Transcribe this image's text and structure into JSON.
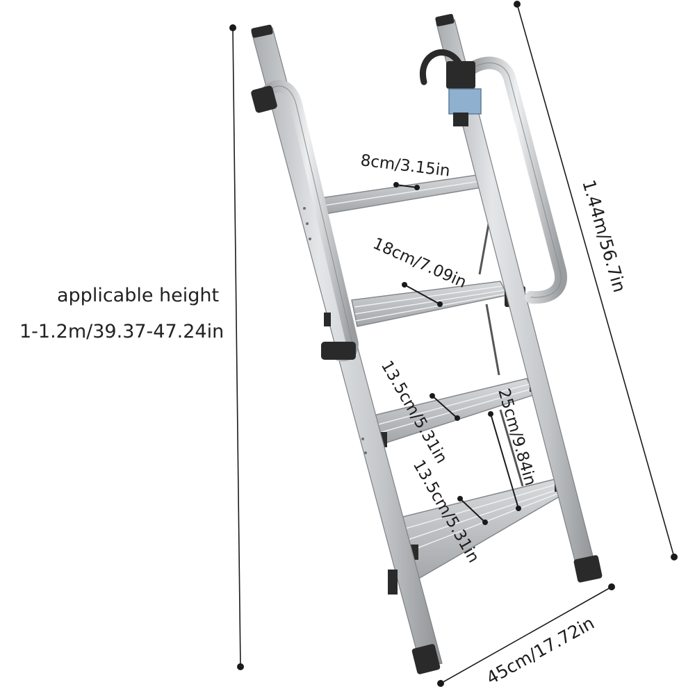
{
  "applicable_height": {
    "label": "applicable height",
    "value": "1-1.2m/39.37-47.24in"
  },
  "dimensions": {
    "overall_length": "1.44m/56.7in",
    "bottom_width": "45cm/17.72in",
    "top_step_depth": "8cm/3.15in",
    "second_step_depth": "18cm/7.09in",
    "third_step_depth": "13.5cm/5.31in",
    "step_spacing": "25cm/9.84in",
    "bottom_step_depth": "13.5cm/5.31in"
  },
  "colors": {
    "background": "#ffffff",
    "aluminium": "#c9cbcd",
    "aluminium_dark": "#9da0a3",
    "plastic": "#2a2a2a",
    "dimension_line": "#1a1a1a"
  }
}
